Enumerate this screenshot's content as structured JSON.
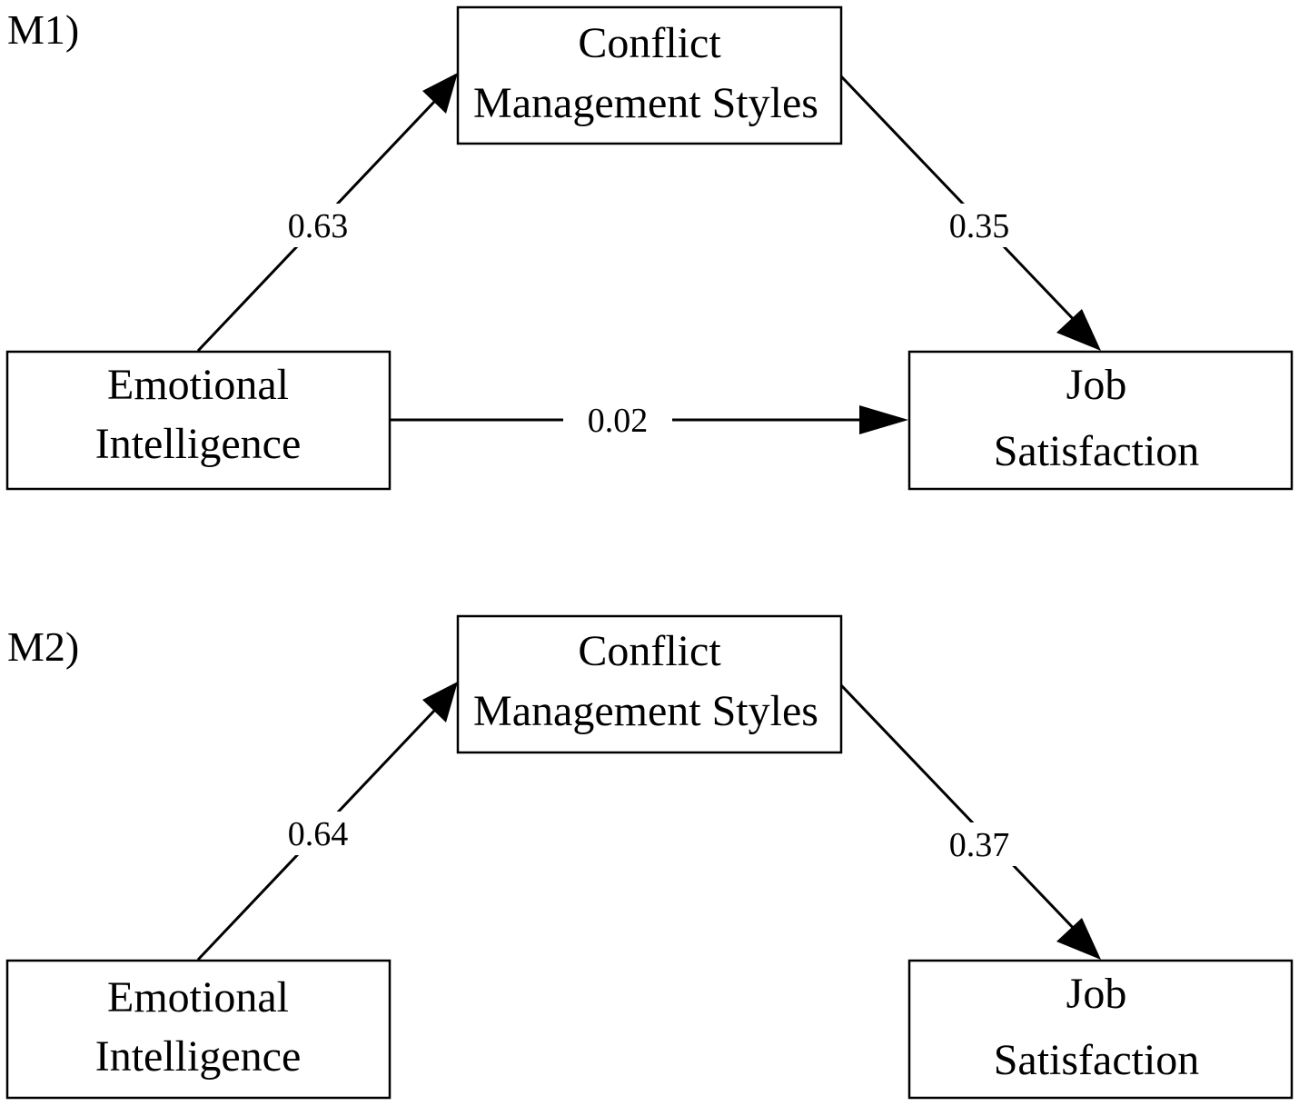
{
  "models": [
    {
      "label": "M1)",
      "nodes": {
        "mediator": {
          "line1": "Conflict",
          "line2": "Management Styles"
        },
        "predictor": {
          "line1": "Emotional",
          "line2": "Intelligence"
        },
        "outcome": {
          "line1": "Job",
          "line2": "Satisfaction"
        }
      },
      "edges": {
        "a_path": "0.63",
        "b_path": "0.35",
        "c_path": "0.02"
      }
    },
    {
      "label": "M2)",
      "nodes": {
        "mediator": {
          "line1": "Conflict",
          "line2": "Management Styles"
        },
        "predictor": {
          "line1": "Emotional",
          "line2": "Intelligence"
        },
        "outcome": {
          "line1": "Job",
          "line2": "Satisfaction"
        }
      },
      "edges": {
        "a_path": "0.64",
        "b_path": "0.37"
      }
    }
  ]
}
